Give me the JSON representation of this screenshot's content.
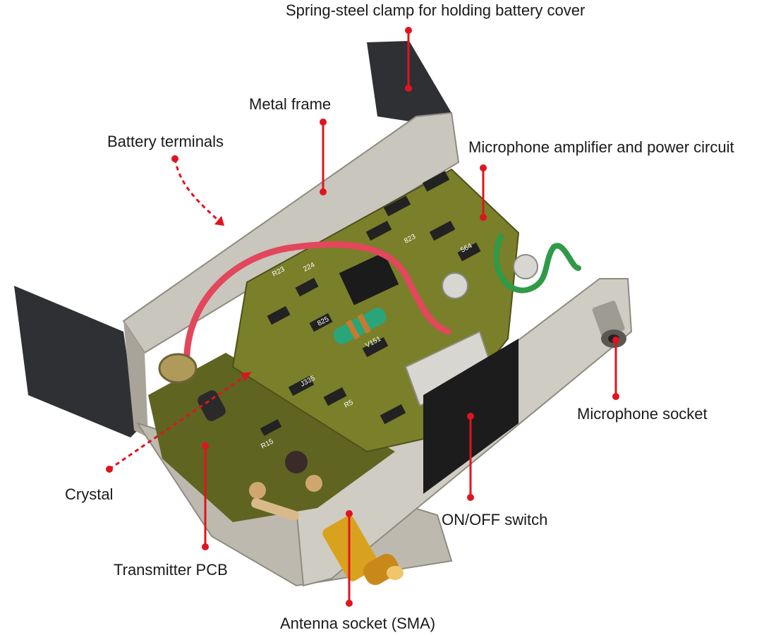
{
  "labels": {
    "clamp": "Spring-steel clamp for holding battery cover",
    "frame": "Metal frame",
    "battery": "Battery terminals",
    "mic_amp": "Microphone amplifier and power circuit",
    "mic_socket": "Microphone socket",
    "crystal": "Crystal",
    "switch": "ON/OFF switch",
    "tx_pcb": "Transmitter PCB",
    "antenna": "Antenna socket (SMA)"
  },
  "pcb_markings": [
    "R23",
    "224",
    "825",
    "R5",
    "J335",
    "V151",
    "564",
    "823",
    "R15"
  ],
  "colors": {
    "leader": "#e0141e",
    "metal": "#c9c6bd",
    "metal_dark": "#8f8b80",
    "pcb": "#7a7f2a",
    "clamp": "#2e3034",
    "switch": "#1c1c1c",
    "brass": "#d9a21e",
    "wire_red": "#e2475c",
    "wire_green": "#2f9a47"
  }
}
